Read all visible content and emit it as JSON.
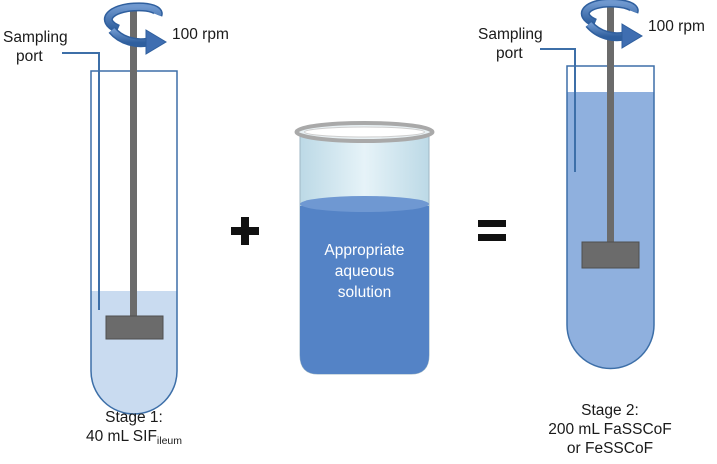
{
  "stage1": {
    "sampling_label_line1": "Sampling",
    "sampling_label_line2": "port",
    "rpm_label": "100 rpm",
    "caption_line1": "Stage 1:",
    "caption_line2_main": "40 mL SIF",
    "caption_line2_sub": "ileum"
  },
  "beaker": {
    "line1": "Appropriate",
    "line2": "aqueous",
    "line3": "solution"
  },
  "operators": {
    "plus": "+",
    "equals": "="
  },
  "stage2": {
    "sampling_label_line1": "Sampling",
    "sampling_label_line2": "port",
    "rpm_label": "100 rpm",
    "caption_line1": "Stage 2:",
    "caption_line2": "200 mL FaSSCoF",
    "caption_line3": "or FeSSCoF"
  },
  "colors": {
    "tube_outline": "#3d6fa8",
    "stage1_liquid": "#c9dbf0",
    "stage2_liquid": "#8fb0de",
    "beaker_liquid": "#5483c6",
    "beaker_glass": "#dcedf5",
    "paddle": "#6b6b6b",
    "arrow": "#3f6eb1",
    "text": "#1a1a1a"
  }
}
